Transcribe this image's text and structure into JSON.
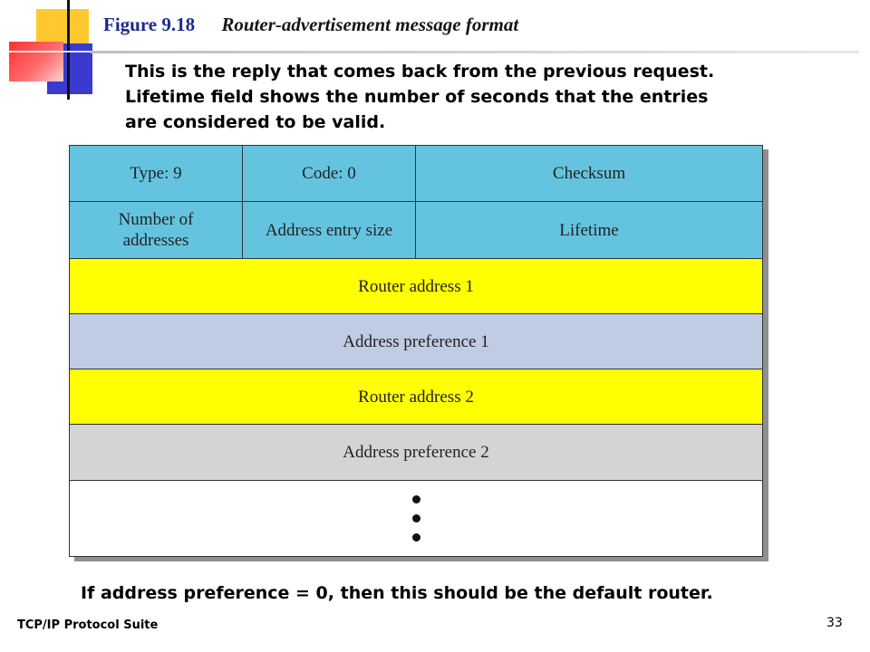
{
  "figure": {
    "number": "Figure 9.18",
    "caption": "Router-advertisement message format"
  },
  "intro_lines": [
    "This is the reply that comes back from the previous request.",
    "Lifetime field shows the number of seconds that the entries",
    "are considered to be valid."
  ],
  "diagram": {
    "row1": [
      "Type: 9",
      "Code: 0",
      "Checksum"
    ],
    "row2": [
      "Number of addresses",
      "Address entry size",
      "Lifetime"
    ],
    "router_address_1": "Router address 1",
    "address_preference_1": "Address preference 1",
    "router_address_2": "Router address 2",
    "address_preference_2": "Address preference 2",
    "colors": {
      "header": "#64c4e0",
      "router": "#ffff00",
      "pref1": "#c0cbe4",
      "pref2": "#d4d4d4"
    }
  },
  "note": "If address preference = 0, then this should be the default router.",
  "footer": {
    "suite": "TCP/IP Protocol Suite",
    "page": "33"
  }
}
